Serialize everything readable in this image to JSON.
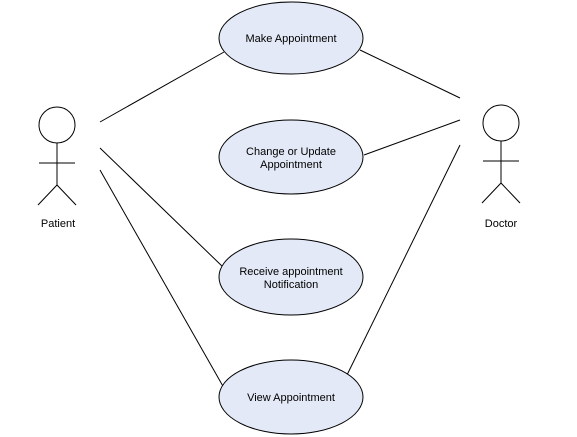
{
  "colors": {
    "background": "#ffffff",
    "usecase_fill": "#e3e9f6",
    "stroke": "#000000",
    "text": "#000000"
  },
  "actors": {
    "patient": {
      "label": "Patient"
    },
    "doctor": {
      "label": "Doctor"
    }
  },
  "usecases": {
    "make": {
      "lines": [
        "Make Appointment"
      ]
    },
    "change": {
      "lines": [
        "Change or Update",
        "Appointment"
      ]
    },
    "receive": {
      "lines": [
        "Receive appointment",
        "Notification"
      ]
    },
    "view": {
      "lines": [
        "View Appointment"
      ]
    }
  },
  "associations": [
    {
      "actor": "patient",
      "usecase": "make"
    },
    {
      "actor": "patient",
      "usecase": "receive"
    },
    {
      "actor": "patient",
      "usecase": "view"
    },
    {
      "actor": "doctor",
      "usecase": "make"
    },
    {
      "actor": "doctor",
      "usecase": "change"
    },
    {
      "actor": "doctor",
      "usecase": "view"
    }
  ]
}
